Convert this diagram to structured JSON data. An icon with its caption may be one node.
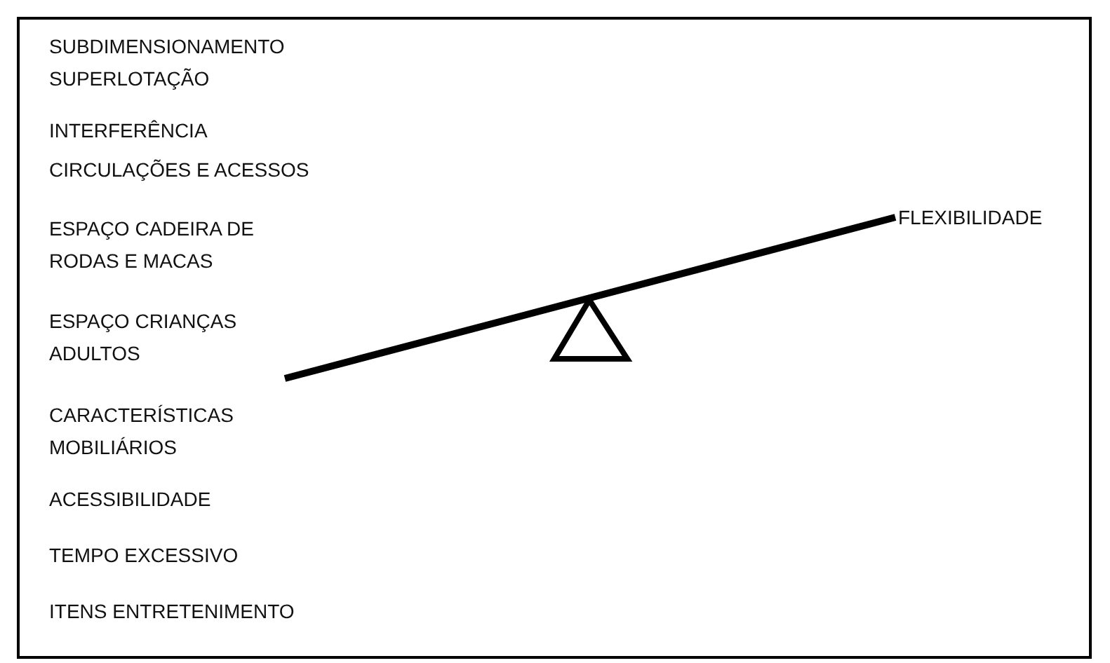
{
  "diagram": {
    "labels": [
      "SUBDIMENSIONAMENTO SUPERLOTAÇÃO",
      "INTERFERÊNCIA",
      "CIRCULAÇÕES E ACESSOS",
      "ESPAÇO CADEIRA DE RODAS E MACAS",
      "ESPAÇO CRIANÇAS ADULTOS",
      "CARACTERÍSTICAS MOBILIÁRIOS",
      "ACESSIBILIDADE",
      "TEMPO EXCESSIVO",
      "ITENS ENTRETENIMENTO",
      "FLEXIBILIDADE"
    ]
  }
}
